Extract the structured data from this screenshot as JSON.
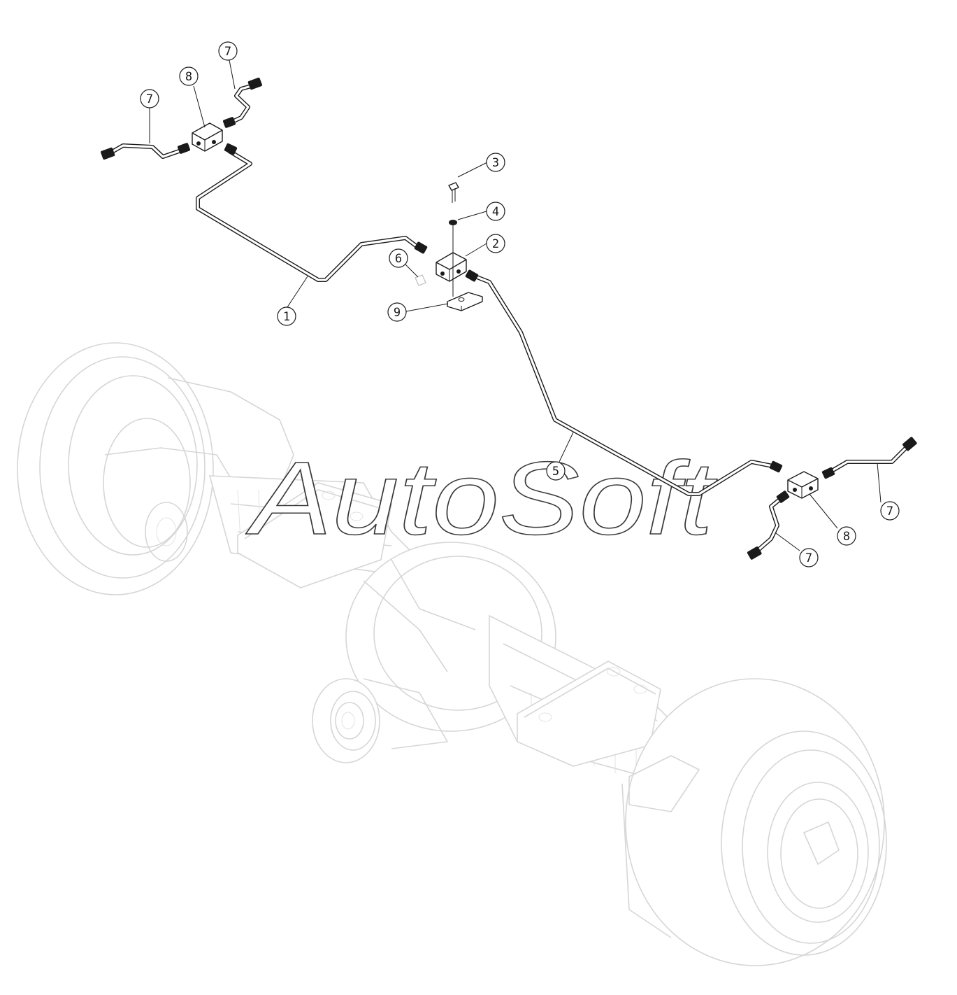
{
  "watermark": {
    "text": "AutoSoft"
  },
  "callouts": [
    "7",
    "8",
    "7",
    "3",
    "4",
    "2",
    "6",
    "9",
    "1",
    "5",
    "8",
    "7",
    "7"
  ],
  "colors": {
    "line": "#1a1a1a",
    "axle": "#d6d6d6",
    "background": "#ffffff"
  }
}
